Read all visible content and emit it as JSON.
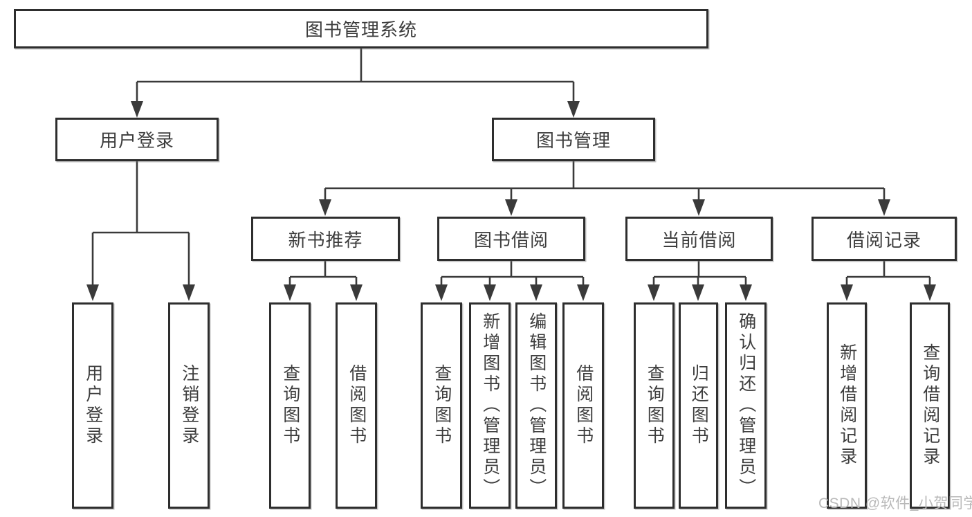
{
  "tree": {
    "label": "图书管理系统",
    "children": [
      {
        "label": "用户登录",
        "children": [
          {
            "label": "用户登录"
          },
          {
            "label": "注销登录"
          }
        ]
      },
      {
        "label": "图书管理",
        "children": [
          {
            "label": "新书推荐",
            "children": [
              {
                "label": "查询图书"
              },
              {
                "label": "借阅图书"
              }
            ]
          },
          {
            "label": "图书借阅",
            "children": [
              {
                "label": "查询图书"
              },
              {
                "label": "新增图书（管理员）"
              },
              {
                "label": "编辑图书（管理员）"
              },
              {
                "label": "借阅图书"
              }
            ]
          },
          {
            "label": "当前借阅",
            "children": [
              {
                "label": "查询图书"
              },
              {
                "label": "归还图书"
              },
              {
                "label": "确认归还（管理员）"
              }
            ]
          },
          {
            "label": "借阅记录",
            "children": [
              {
                "label": "新增借阅记录"
              },
              {
                "label": "查询借阅记录"
              }
            ]
          }
        ]
      }
    ]
  },
  "watermark": {
    "text": "CSDN @软件_小贺同学",
    "color": "#b9b9b9"
  },
  "colors": {
    "line": "#3a3a3a",
    "box_border": "#2e2e2e",
    "text": "#3d3d3d",
    "background": "#ffffff"
  }
}
